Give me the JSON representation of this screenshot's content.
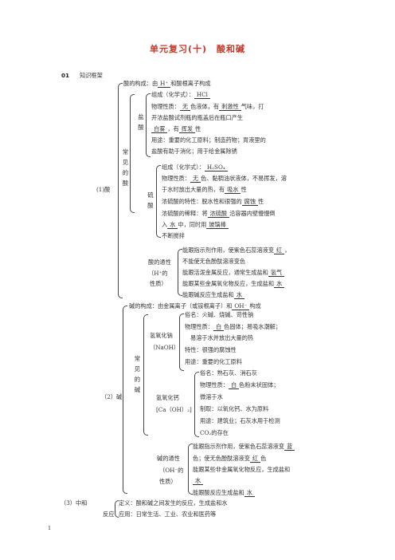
{
  "title": "单元复习(十)　酸和碱",
  "section": {
    "number": "01",
    "label": "知识框架"
  },
  "acid": {
    "label": "(1)酸",
    "composition": [
      "酸的构成：由",
      "H⁺",
      "和酸根离子构成"
    ],
    "common_label": "常见的酸",
    "hcl": {
      "name": "盐酸",
      "formula": [
        "组成（化学式）：",
        "HCl"
      ],
      "physical1": [
        "物理性质：",
        "无",
        "色液体，有",
        "刺激性",
        "气味，打"
      ],
      "physical2": "开浓盐酸试剂瓶的瓶盖后在瓶口产生",
      "physical3": [
        "白雾",
        "，有",
        "挥发",
        "性"
      ],
      "use1": "用途：重要的化工原料；制造药物；胃液里的",
      "use2": "盐酸有助于消化；用于给金属除锈"
    },
    "h2so4": {
      "name": "硫酸",
      "formula": [
        "组成（化学式）：",
        "H₂SO₄"
      ],
      "physical1": [
        "物理性质：",
        "无",
        "色、黏稠油状液体，不易挥发，溶"
      ],
      "physical2": [
        "于水时放出大量的热，有",
        "吸水",
        "性"
      ],
      "property": [
        "浓硫酸的特性：脱水性和很强的",
        "腐蚀",
        "性"
      ],
      "dilute1": [
        "浓硫酸的稀释：将",
        "浓硫酸",
        "沿容器内壁慢慢倒"
      ],
      "dilute2": [
        "入",
        "水",
        "中，同时用",
        "玻璃棒"
      ],
      "dilute3": "不断搅拌"
    },
    "common_props": {
      "label": [
        "酸的通性",
        "（H⁺的",
        "性质）"
      ],
      "items": [
        [
          "能跟指示剂作用，使紫色石蕊溶液变",
          "红",
          "，"
        ],
        [
          "不能使无色酚酞溶液变色"
        ],
        [
          "能跟活泼金属反应，通常生成盐和",
          "氢气"
        ],
        [
          "能跟某些金属氧化物反应，生成盐和",
          "水"
        ],
        [
          "能跟碱反应生成盐和",
          "水"
        ]
      ]
    }
  },
  "base": {
    "label": "（2）碱",
    "composition": [
      "碱的构成：由金属离子（或铵根离子）和",
      "OH⁻",
      "构成"
    ],
    "common_label": "常见的碱",
    "naoh": {
      "name": [
        "氢氧化钠",
        "（NaOH）"
      ],
      "alias": "俗名：火碱、烧碱、苛性钠",
      "physical1": [
        "物理性质：",
        "白",
        "色固体；易吸水潮解；"
      ],
      "physical2": "易溶于水并放出大量的热",
      "property": "特性：很强的腐蚀性",
      "use": "用途：重要的化工原料"
    },
    "caoh2": {
      "name": [
        "氢氧化钙",
        "[Ca（OH）₂]"
      ],
      "alias": "俗名：熟石灰、消石灰",
      "physical1": [
        "物理性质：",
        "白",
        "色粉末状固体；"
      ],
      "physical2": "微溶于水",
      "prep": "制取：以氧化钙、水为原料",
      "use": "用途：建筑业；石灰水用于检测",
      "use2": "CO₂的存在"
    },
    "common_props": {
      "label": [
        "碱的通性",
        "（OH⁻的",
        "性质）"
      ],
      "items": [
        [
          "能跟指示剂作用，使紫色石蕊溶液变",
          "蓝"
        ],
        [
          "色；使无色酚酞溶液变",
          "红",
          "色"
        ],
        [
          "能跟某些非金属氧化物反应，生成盐和"
        ],
        [
          "",
          "水"
        ],
        [
          "能跟酸反应生成盐和",
          "水"
        ]
      ]
    }
  },
  "neutral": {
    "label1": "（3）中和",
    "label2": "反应",
    "definition": "定义：酸和碱之间发生的反应，生成盐和水",
    "application": "应用：日常生活、工业、农业和医药等"
  },
  "page_number": "1"
}
